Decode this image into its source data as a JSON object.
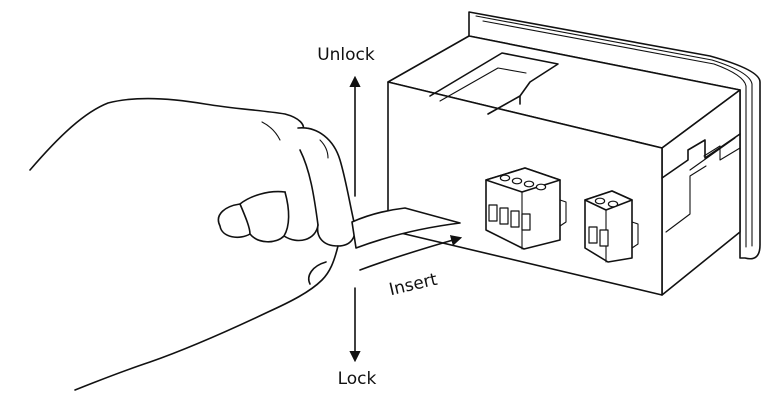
{
  "labels": {
    "unlock": "Unlock",
    "lock": "Lock",
    "insert": "Insert"
  },
  "colors": {
    "line": "#111111",
    "background": "#ffffff"
  },
  "terminal_blocks": [
    {
      "name": "four-pin-terminal-block",
      "pins": 4
    },
    {
      "name": "two-pin-terminal-block",
      "pins": 2
    }
  ]
}
